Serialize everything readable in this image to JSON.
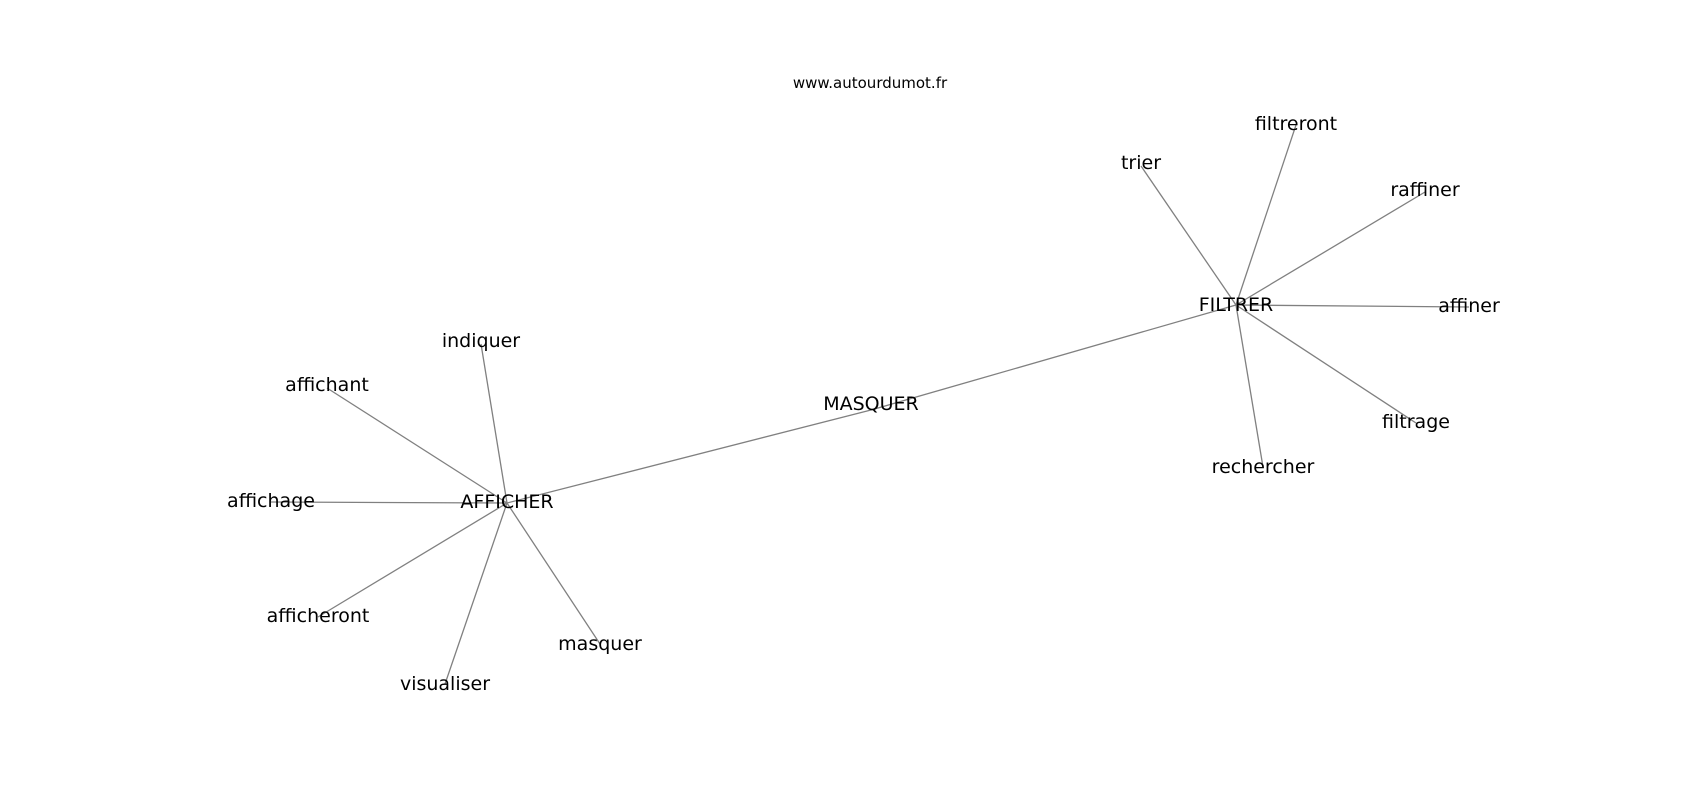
{
  "site": "www.autourdumot.fr",
  "colors": {
    "edge": "#808080",
    "text": "#000000",
    "background": "#ffffff"
  },
  "nodes": [
    {
      "id": "masquer_center",
      "label": "MASQUER"
    },
    {
      "id": "afficher",
      "label": "AFFICHER"
    },
    {
      "id": "filtrer",
      "label": "FILTRER"
    },
    {
      "id": "indiquer",
      "label": "indiquer"
    },
    {
      "id": "affichant",
      "label": "affichant"
    },
    {
      "id": "affichage",
      "label": "affichage"
    },
    {
      "id": "afficheront",
      "label": "afficheront"
    },
    {
      "id": "visualiser",
      "label": "visualiser"
    },
    {
      "id": "masquer",
      "label": "masquer"
    },
    {
      "id": "trier",
      "label": "trier"
    },
    {
      "id": "filtreront",
      "label": "filtreront"
    },
    {
      "id": "raffiner",
      "label": "raffiner"
    },
    {
      "id": "affiner",
      "label": "affiner"
    },
    {
      "id": "filtrage",
      "label": "filtrage"
    },
    {
      "id": "rechercher",
      "label": "rechercher"
    }
  ],
  "edges": [
    [
      "afficher",
      "masquer_center"
    ],
    [
      "masquer_center",
      "filtrer"
    ],
    [
      "afficher",
      "indiquer"
    ],
    [
      "afficher",
      "affichant"
    ],
    [
      "afficher",
      "affichage"
    ],
    [
      "afficher",
      "afficheront"
    ],
    [
      "afficher",
      "visualiser"
    ],
    [
      "afficher",
      "masquer"
    ],
    [
      "filtrer",
      "trier"
    ],
    [
      "filtrer",
      "filtreront"
    ],
    [
      "filtrer",
      "raffiner"
    ],
    [
      "filtrer",
      "affiner"
    ],
    [
      "filtrer",
      "filtrage"
    ],
    [
      "filtrer",
      "rechercher"
    ]
  ]
}
